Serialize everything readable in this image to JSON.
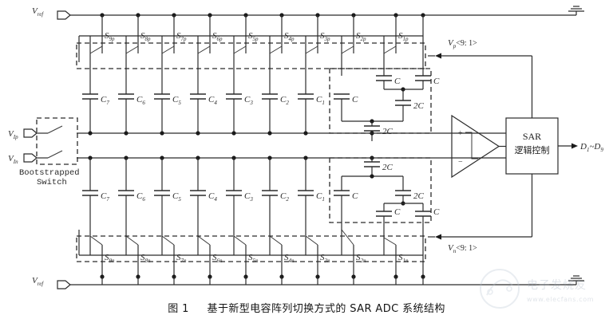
{
  "figure": {
    "caption_number": "图 1",
    "caption_text": "基于新型电容阵列切换方式的 SAR ADC 系统结构"
  },
  "terminals": {
    "vref_top": "V",
    "vref_top_sub": "ref",
    "vref_bottom": "V",
    "vref_bottom_sub": "ref",
    "vip": "V",
    "vip_sub": "Ip",
    "vin": "V",
    "vin_sub": "In"
  },
  "bootstrapped_switch": {
    "label_line1": "Bootstrapped",
    "label_line2": "Switch"
  },
  "top_array": {
    "switches": [
      {
        "base": "S",
        "sub": "9p"
      },
      {
        "base": "S",
        "sub": "8p"
      },
      {
        "base": "S",
        "sub": "7p"
      },
      {
        "base": "S",
        "sub": "6p"
      },
      {
        "base": "S",
        "sub": "5p"
      },
      {
        "base": "S",
        "sub": "4p"
      },
      {
        "base": "S",
        "sub": "3p"
      },
      {
        "base": "S",
        "sub": "2p"
      },
      {
        "base": "S",
        "sub": "1p"
      }
    ],
    "capacitors": [
      {
        "base": "C",
        "sub": "7"
      },
      {
        "base": "C",
        "sub": "6"
      },
      {
        "base": "C",
        "sub": "5"
      },
      {
        "base": "C",
        "sub": "4"
      },
      {
        "base": "C",
        "sub": "3"
      },
      {
        "base": "C",
        "sub": "2"
      },
      {
        "base": "C",
        "sub": "1"
      }
    ],
    "bridge_network": {
      "cap_left": "C",
      "cap_mid_top": "C",
      "cap_right_top": "C",
      "cap_mid_2c": "2C",
      "cap_bottom_2c": "2C"
    }
  },
  "bottom_array": {
    "switches": [
      {
        "base": "S",
        "sub": "9n"
      },
      {
        "base": "S",
        "sub": "8n"
      },
      {
        "base": "S",
        "sub": "7n"
      },
      {
        "base": "S",
        "sub": "6n"
      },
      {
        "base": "S",
        "sub": "5n"
      },
      {
        "base": "S",
        "sub": "4n"
      },
      {
        "base": "S",
        "sub": "3n"
      },
      {
        "base": "S",
        "sub": "2n"
      },
      {
        "base": "S",
        "sub": "1n"
      }
    ],
    "capacitors": [
      {
        "base": "C",
        "sub": "7"
      },
      {
        "base": "C",
        "sub": "6"
      },
      {
        "base": "C",
        "sub": "5"
      },
      {
        "base": "C",
        "sub": "4"
      },
      {
        "base": "C",
        "sub": "3"
      },
      {
        "base": "C",
        "sub": "2"
      },
      {
        "base": "C",
        "sub": "1"
      }
    ],
    "bridge_network": {
      "cap_top_2c": "2C",
      "cap_left": "C",
      "cap_mid_2c": "2C",
      "cap_mid_bottom": "C",
      "cap_right_bottom": "C"
    }
  },
  "comparator": {
    "plus": "+",
    "minus": "−"
  },
  "sar_block": {
    "line1": "SAR",
    "line2": "逻辑控制"
  },
  "output": {
    "label": "D",
    "sub_low": "1",
    "tilde": "~",
    "label2": "D",
    "sub_high": "9"
  },
  "feedback": {
    "top_bus": "V",
    "top_bus_sub": "p",
    "top_bus_range": "<9: 1>",
    "bottom_bus": "V",
    "bottom_bus_sub": "n",
    "bottom_bus_range": "<9: 1>"
  },
  "watermark": {
    "brand": "电子发烧友",
    "url": "www.elecfans.com"
  },
  "colors": {
    "wire": "#2b2b2b",
    "dash": "#2b2b2b",
    "text": "#2a2a2a",
    "background": "#ffffff"
  }
}
